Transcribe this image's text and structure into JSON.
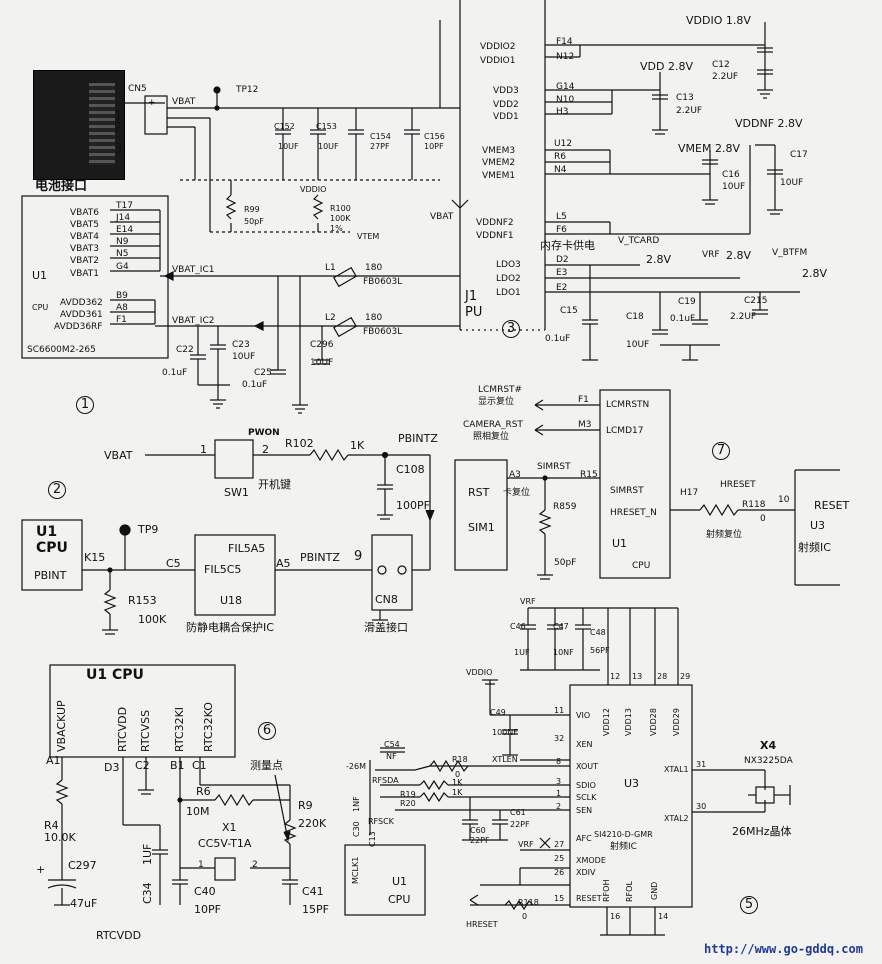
{
  "sec1": {
    "battery_label": "电池接口",
    "cn5": "CN5",
    "vbat": "VBAT",
    "tp12": "TP12",
    "c152": "C152",
    "c153": "C153",
    "c154": "C154",
    "c156": "C156",
    "v10uf_a": "10UF",
    "v10uf_b": "10UF",
    "v27pf": "27PF",
    "v10pf": "10PF",
    "vddio": "VDDIO",
    "r99": "R99",
    "r99v": "50pF",
    "r100": "R100",
    "r100v": "100K",
    "r100t": "1%",
    "vtem": "VTEM",
    "u1": "U1",
    "cpu": "CPU",
    "chip": "SC6600M2-265",
    "pins": [
      "VBAT6",
      "VBAT5",
      "VBAT4",
      "VBAT3",
      "VBAT2",
      "VBAT1"
    ],
    "balls": [
      "T17",
      "J14",
      "E14",
      "N9",
      "N5",
      "G4"
    ],
    "apins": [
      "AVDD362",
      "AVDD361",
      "AVDD36RF"
    ],
    "aballs": [
      "B9",
      "A8",
      "F1"
    ],
    "vbat_ic1": "VBAT_IC1",
    "vbat_ic2": "VBAT_IC2",
    "l1": "L1",
    "l2": "L2",
    "n180a": "180",
    "n180b": "180",
    "fb1": "FB0603L",
    "fb2": "FB0603L",
    "vbat2": "VBAT",
    "j1": "J1",
    "pu": "PU",
    "c22": "C22",
    "c22v": "0.1uF",
    "c23": "C23",
    "c23v": "10UF",
    "c25": "C25",
    "c25v": "0.1uF",
    "c296": "C296",
    "c296v": "10UF",
    "num": "1",
    "p1": "1",
    "p2": "2",
    "p3": "3",
    "plus": "+"
  },
  "sec2": {
    "vbat": "VBAT",
    "pwon": "PWON",
    "p1": "1",
    "p2": "2",
    "r102": "R102",
    "r102v": "1K",
    "pbintz": "PBINTZ",
    "c108": "C108",
    "c108v": "100PF",
    "sw1": "SW1",
    "key": "开机键",
    "num": "2",
    "u1": "U1",
    "cpu": "CPU",
    "pbint": "PBINT",
    "tp9": "TP9",
    "k15": "K15",
    "c5": "C5",
    "fil5a5": "FIL5A5",
    "fil5c5": "FIL5C5",
    "u18": "U18",
    "a5": "A5",
    "pbintz2": "PBINTZ",
    "nine": "9",
    "r153": "R153",
    "r153v": "100K",
    "esd": "防静电耦合保护IC",
    "cn8": "CN8",
    "slide": "滑盖接口"
  },
  "sec3": {
    "vddio_top": "VDDIO 1.8V",
    "vdd28": "VDD 2.8V",
    "c12": "C12",
    "c12v": "2.2UF",
    "vddio_pins": [
      "VDDIO2",
      "VDDIO1"
    ],
    "vddio_balls": [
      "F14",
      "N12"
    ],
    "vdd_pins": [
      "VDD3",
      "VDD2",
      "VDD1"
    ],
    "vdd_balls": [
      "G14",
      "N10",
      "H3"
    ],
    "c13": "C13",
    "c13v": "2.2UF",
    "vmem_pins": [
      "VMEM3",
      "VMEM2",
      "VMEM1"
    ],
    "vmem_balls": [
      "U12",
      "R6",
      "N4"
    ],
    "vmem28": "VMEM 2.8V",
    "c16": "C16",
    "c16v": "10UF",
    "vddnf_top": "VDDNF 2.8V",
    "c17": "C17",
    "c17v": "10UF",
    "vddnf_pins": [
      "VDDNF2",
      "VDDNF1"
    ],
    "vddnf_balls": [
      "L5",
      "F6"
    ],
    "memcard": "内存卡供电",
    "vtcard": "V_TCARD",
    "ldo_pins": [
      "LDO3",
      "LDO2",
      "LDO1"
    ],
    "ldo_balls": [
      "D2",
      "E3",
      "E2"
    ],
    "v28a": "2.8V",
    "vrf": "VRF",
    "v28b": "2.8V",
    "vbtfm": "V_BTFM",
    "v28c": "2.8V",
    "c15": "C15",
    "c15v": "0.1uF",
    "c18": "C18",
    "c18v": "10UF",
    "c19": "C19",
    "c19v": "0.1uF",
    "c215": "C215",
    "c215v": "2.2UF",
    "num": "3"
  },
  "sec7": {
    "lcmrst": "LCMRST#",
    "lcm_cn": "显示复位",
    "cam": "CAMERA_RST",
    "cam_cn": "照相复位",
    "f1": "F1",
    "m3": "M3",
    "lcmrstn": "LCMRSTN",
    "lcmd17": "LCMD17",
    "rst": "RST",
    "sim1": "SIM1",
    "simrst": "SIMRST",
    "a3": "A3",
    "card": "卡复位",
    "r15": "R15",
    "r859": "R859",
    "r859v": "50pF",
    "simrst2": "SIMRST",
    "hreset_n": "HRESET_N",
    "u1": "U1",
    "cpu": "CPU",
    "h17": "H17",
    "hreset": "HRESET",
    "r118": "R118",
    "zero": "0",
    "ten": "10",
    "rfrst": "射频复位",
    "reset": "RESET",
    "u3": "U3",
    "rfic": "射频IC",
    "num": "7"
  },
  "sec6": {
    "title": "U1 CPU",
    "pins": [
      "VBACKUP",
      "RTCVDD",
      "RTCVSS",
      "RTC32KI",
      "RTC32KO"
    ],
    "a1": "A1",
    "d3": "D3",
    "c2": "C2",
    "b1": "B1",
    "c1": "C1",
    "r4": "R4",
    "r4v": "10.0K",
    "c297": "C297",
    "c297v": "47uF",
    "plus": "+",
    "rtcvdd": "RTCVDD",
    "c34": "C34",
    "c34v": "1UF",
    "r6": "R6",
    "r6v": "10M",
    "x1": "X1",
    "x1v": "CC5V-T1A",
    "c40": "C40",
    "c40v": "10PF",
    "c41": "C41",
    "c41v": "15PF",
    "r9": "R9",
    "r9v": "220K",
    "meas": "测量点",
    "num": "6",
    "p1": "1",
    "p2": "2"
  },
  "sec5": {
    "vrf": "VRF",
    "c46": "C46",
    "c46v": "1UF",
    "c47": "C47",
    "c47v": "10NF",
    "c48": "C48",
    "c48v": "56PF",
    "vddio": "VDDIO",
    "c49": "C49",
    "c49v": "100NF",
    "c54": "C54",
    "nf": "NF",
    "m26": "-26M",
    "r18": "R18",
    "r18v": "0",
    "xtlen": "XTLEN",
    "rfsda": "RFSDA",
    "r19": "R19",
    "r20": "R20",
    "k1a": "1K",
    "k1b": "1K",
    "inf": "1NF",
    "rfsck": "RFSCK",
    "c30": "C30",
    "c13": "C13",
    "mclk1": "MCLK1",
    "u1": "U1",
    "cpu": "CPU",
    "c60": "C60",
    "c60v": "22PF",
    "c61": "C61",
    "c61v": "22PF",
    "vrf2": "VRF",
    "hreset": "HRESET",
    "r118": "R118",
    "r118v": "0",
    "lpins": [
      "VIO",
      "XEN",
      "XOUT",
      "SDIO",
      "SCLK",
      "SEN",
      "AFC",
      "XMODE",
      "XDIV",
      "RESET"
    ],
    "lnums": [
      "11",
      "32",
      "8",
      "3",
      "1",
      "2",
      "27",
      "25",
      "26",
      "15"
    ],
    "tpins": [
      "VDD12",
      "VDD13",
      "VDD28",
      "VDD29"
    ],
    "tnums": [
      "12",
      "13",
      "28",
      "29"
    ],
    "bpins": [
      "RFOH",
      "RFOL",
      "GND"
    ],
    "bnums": [
      "16",
      "",
      "14"
    ],
    "xtal1": "XTAL1",
    "xtal2": "XTAL2",
    "n31": "31",
    "n30": "30",
    "u3": "U3",
    "chip": "SI4210-D-GMR",
    "rfic": "射频IC",
    "x4": "X4",
    "x4v": "NX3225DA",
    "xtal": "26MHz晶体",
    "num": "5"
  },
  "footer": {
    "url": "http://www.go-gddq.com"
  }
}
